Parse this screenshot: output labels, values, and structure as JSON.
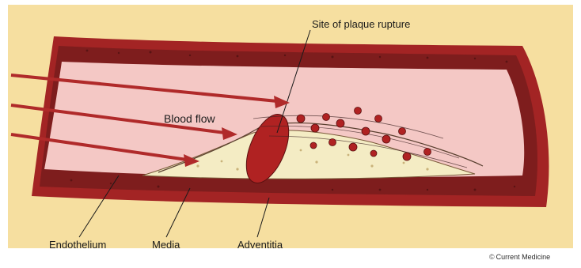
{
  "labels": {
    "rupture": "Site of plaque rupture",
    "blood_flow": "Blood flow",
    "endothelium": "Endothelium",
    "media": "Media",
    "adventitia": "Adventitia"
  },
  "credit": {
    "mark": "©",
    "text": "Current Medicine"
  },
  "colors": {
    "background": "#f6dfa0",
    "vessel_wall": "#a32424",
    "lumen": "#f4c8c5",
    "plaque": "#f4ecc4",
    "thrombus": "#b02222",
    "arrow": "#b02a2a"
  }
}
